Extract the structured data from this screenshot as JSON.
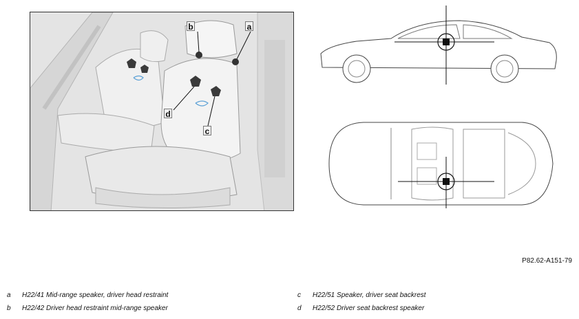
{
  "callouts": {
    "a": "a",
    "b": "b",
    "c": "c",
    "d": "d"
  },
  "reference_code": "P82.62-A151-79",
  "legend": [
    {
      "key": "a",
      "text": "H22/41 Mid-range speaker, driver head restraint"
    },
    {
      "key": "b",
      "text": "H22/42 Driver head restraint mid-range speaker"
    },
    {
      "key": "c",
      "text": "H22/51 Speaker, driver seat backrest"
    },
    {
      "key": "d",
      "text": "H22/52 Driver seat backrest speaker"
    }
  ]
}
